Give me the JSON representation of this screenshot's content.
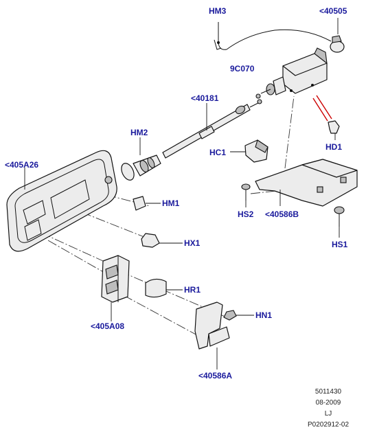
{
  "labels": {
    "hm3": "HM3",
    "p40505": "<40505",
    "p9c070": "9C070",
    "p40181": "<40181",
    "hm2": "HM2",
    "hc1": "HC1",
    "hd1": "HD1",
    "p405a26": "<405A26",
    "hm1": "HM1",
    "hs2": "HS2",
    "p40586b": "<40586B",
    "hs1": "HS1",
    "hx1": "HX1",
    "hr1": "HR1",
    "p405a08": "<405A08",
    "hn1": "HN1",
    "p40586a": "<40586A"
  },
  "footer": {
    "line1": "5011430",
    "line2": "08-2009",
    "line3": "LJ",
    "line4": "P0202912-02"
  },
  "colors": {
    "label": "#1a1a9c",
    "highlight_leader": "#cc0000"
  }
}
